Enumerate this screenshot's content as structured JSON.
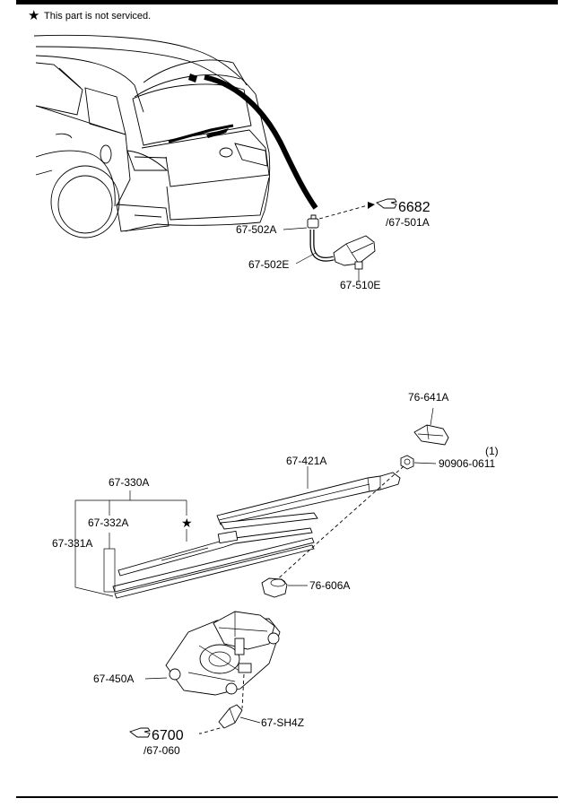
{
  "note": {
    "symbol": "★",
    "text": "This part is not serviced."
  },
  "upper": {
    "ref_number": "6682",
    "ref_sub": "/67-501A",
    "labels": {
      "nozzle_joint": "67-502A",
      "hose_elbow": "67-502E",
      "nozzle": "67-510E"
    }
  },
  "lower": {
    "ref_number": "6700",
    "ref_sub": "/67-060",
    "labels": {
      "cap": "76-641A",
      "arm": "67-421A",
      "nut": "90906-0611",
      "nut_qty": "(1)",
      "blade_assy": "67-330A",
      "blade_rubber": "67-332A",
      "blade_frame": "67-331A",
      "seal": "76-606A",
      "motor": "67-450A",
      "connector": "67-SH4Z"
    },
    "star": "★"
  }
}
